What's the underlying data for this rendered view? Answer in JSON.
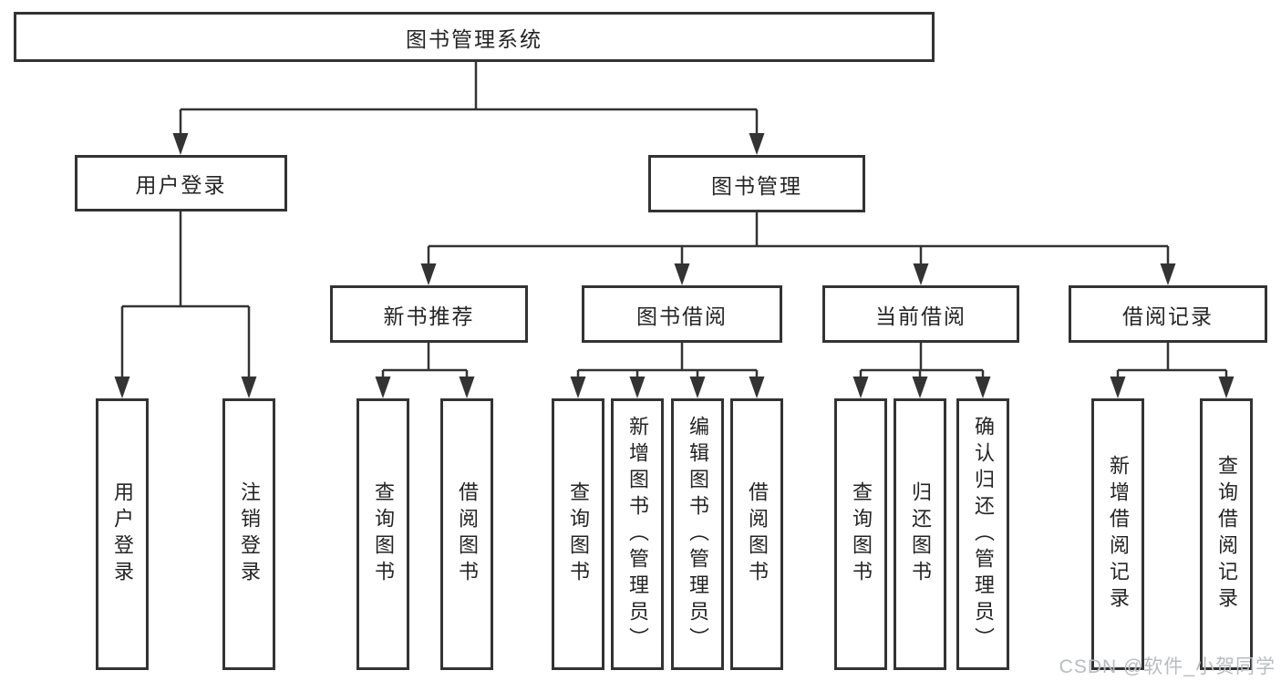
{
  "diagram_title": "图书管理系统",
  "watermark": "CSDN @软件_小贺同学",
  "colors": {
    "line": "#333333",
    "box_border": "#333333",
    "box_background": "#ffffff",
    "text": "#242424",
    "watermark": "#b9bcbf",
    "background": "#ffffff"
  },
  "tree": {
    "root": {
      "label": "图书管理系统"
    },
    "branches": [
      {
        "label": "用户登录",
        "children": [
          {
            "label": "用户登录"
          },
          {
            "label": "注销登录"
          }
        ]
      },
      {
        "label": "图书管理",
        "children": [
          {
            "label": "新书推荐",
            "children": [
              {
                "label": "查询图书"
              },
              {
                "label": "借阅图书"
              }
            ]
          },
          {
            "label": "图书借阅",
            "children": [
              {
                "label": "查询图书"
              },
              {
                "label": "新增图书（管理员）"
              },
              {
                "label": "编辑图书（管理员）"
              },
              {
                "label": "借阅图书"
              }
            ]
          },
          {
            "label": "当前借阅",
            "children": [
              {
                "label": "查询图书"
              },
              {
                "label": "归还图书"
              },
              {
                "label": "确认归还（管理员）"
              }
            ]
          },
          {
            "label": "借阅记录",
            "children": [
              {
                "label": "新增借阅记录"
              },
              {
                "label": "查询借阅记录"
              }
            ]
          }
        ]
      }
    ]
  }
}
